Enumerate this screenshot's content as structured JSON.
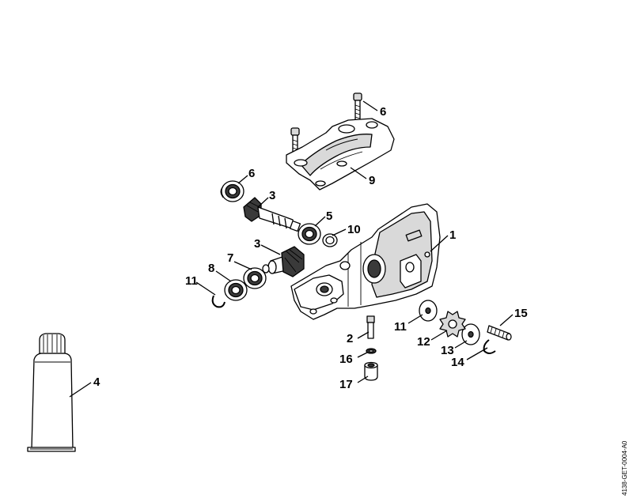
{
  "reference_code": "4138-GET-0004-A0",
  "callouts": [
    {
      "id": "c1",
      "label": "1"
    },
    {
      "id": "c2",
      "label": "2"
    },
    {
      "id": "c3a",
      "label": "3"
    },
    {
      "id": "c3b",
      "label": "3"
    },
    {
      "id": "c4",
      "label": "4"
    },
    {
      "id": "c5",
      "label": "5"
    },
    {
      "id": "c6a",
      "label": "6"
    },
    {
      "id": "c6b",
      "label": "6"
    },
    {
      "id": "c7",
      "label": "7"
    },
    {
      "id": "c8",
      "label": "8"
    },
    {
      "id": "c9",
      "label": "9"
    },
    {
      "id": "c10",
      "label": "10"
    },
    {
      "id": "c11a",
      "label": "11"
    },
    {
      "id": "c11b",
      "label": "11"
    },
    {
      "id": "c12",
      "label": "12"
    },
    {
      "id": "c13",
      "label": "13"
    },
    {
      "id": "c14",
      "label": "14"
    },
    {
      "id": "c15",
      "label": "15"
    },
    {
      "id": "c16",
      "label": "16"
    },
    {
      "id": "c17",
      "label": "17"
    }
  ]
}
